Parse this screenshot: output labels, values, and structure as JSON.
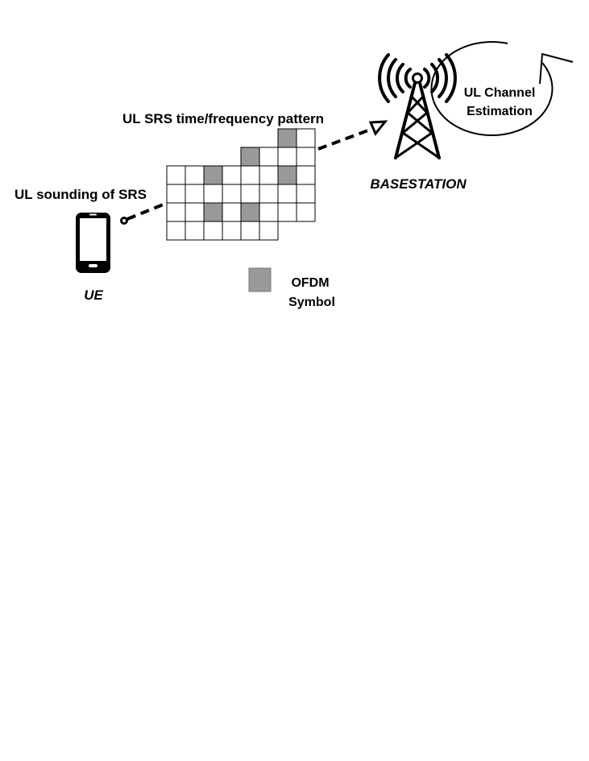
{
  "labels": {
    "srs_pattern": "UL SRS time/frequency pattern",
    "ul_sounding": "UL sounding of SRS",
    "ue": "UE",
    "basestation": "BASESTATION",
    "channel_estimation_line1": "UL Channel",
    "channel_estimation_line2": "Estimation",
    "legend_line1": "OFDM",
    "legend_line2": "Symbol"
  },
  "grid_layers": [
    {
      "name": "back",
      "rows": 5,
      "cols": 2,
      "shaded": [
        [
          0,
          0
        ],
        [
          2,
          0
        ]
      ]
    },
    {
      "name": "middle",
      "rows": 5,
      "cols": 2,
      "shaded": [
        [
          0,
          0
        ],
        [
          3,
          0
        ]
      ]
    },
    {
      "name": "front",
      "rows": 4,
      "cols": 4,
      "shaded": [
        [
          0,
          2
        ],
        [
          2,
          2
        ]
      ]
    }
  ],
  "colors": {
    "line": "#000000",
    "shaded_cell": "#999999",
    "cell": "#ffffff"
  },
  "icons": {
    "ue": "smartphone-icon",
    "basestation": "antenna-tower-icon",
    "estimation": "circular-arrow-icon"
  }
}
